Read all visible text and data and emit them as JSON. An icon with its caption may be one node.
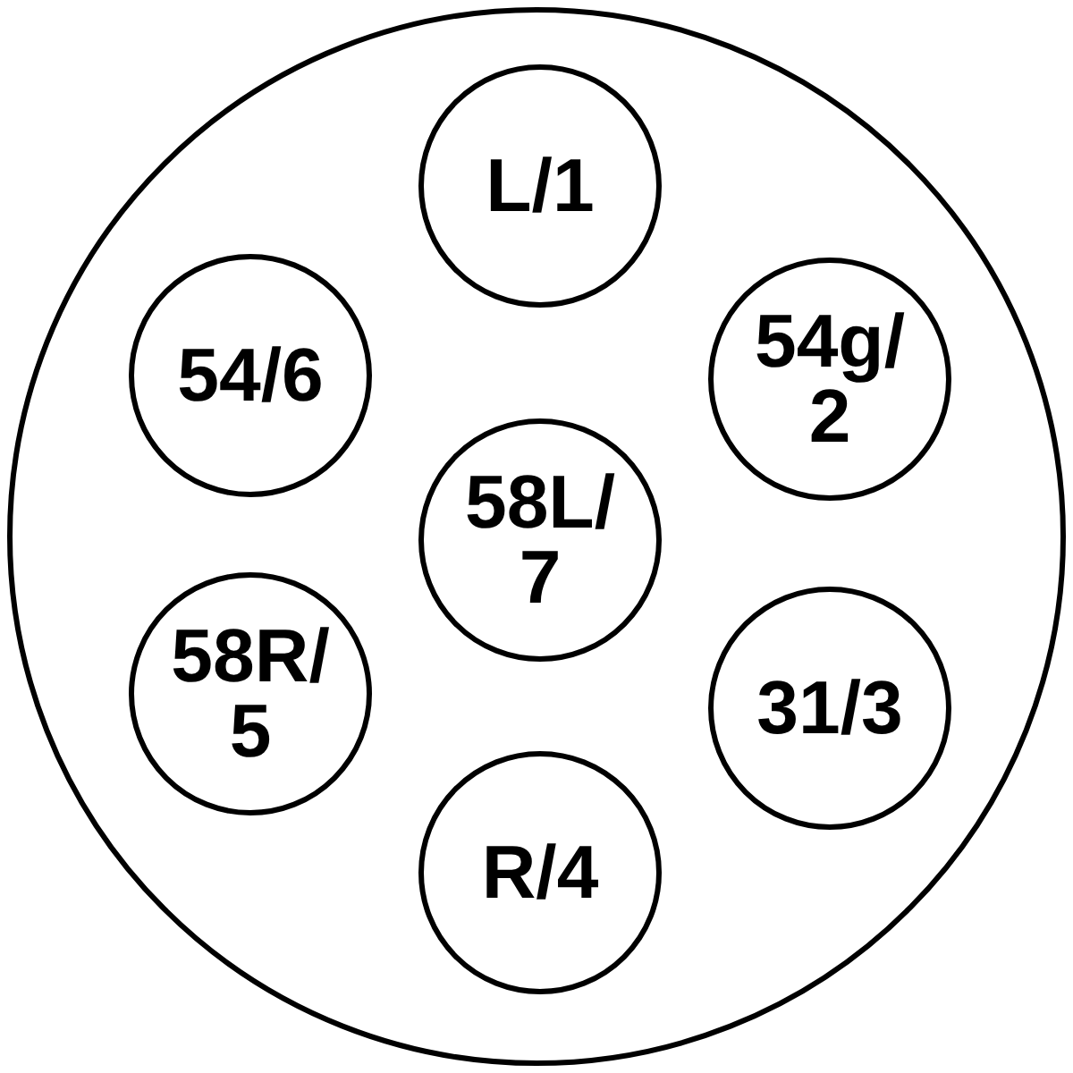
{
  "diagram": {
    "nodes": [
      {
        "text": [],
        "shape": "circle"
      },
      {
        "text": [
          "L/1"
        ],
        "in": 0
      },
      {
        "text": [
          "54/6"
        ],
        "in": 0
      },
      {
        "text": [
          "54g/ 2"
        ],
        "in": 0
      },
      {
        "text": [
          "58L/ 7"
        ],
        "in": 0
      },
      {
        "text": [
          "58R/ 5"
        ],
        "in": 0
      },
      {
        "text": [
          "31/3"
        ],
        "in": 0
      },
      {
        "text": [
          "R/4"
        ],
        "in": 0
      }
    ]
  }
}
